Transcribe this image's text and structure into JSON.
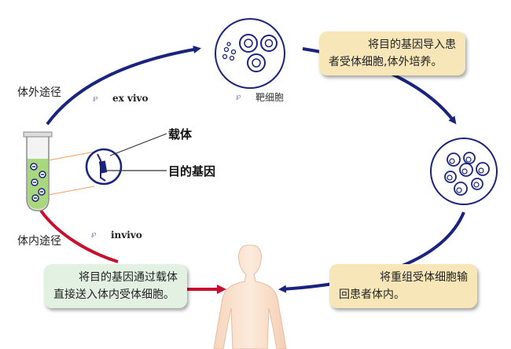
{
  "labels": {
    "ex_route": "体外途径",
    "in_route": "体内途径",
    "ex_vivo": "ex vivo",
    "in_vivo": "invivo",
    "target_cell": "靶细胞",
    "vector": "载体",
    "target_gene": "目的基因"
  },
  "notes": {
    "top_right": {
      "line1": "将目的基因导入患",
      "line2": "者受体细胞,体外培养。"
    },
    "bottom_right": {
      "line1": "将重组受体细胞输",
      "line2": "回患者体内。"
    },
    "bottom_left": {
      "line1": "将目的基因通过载体",
      "line2": "直接送入体内受体细胞。"
    }
  },
  "colors": {
    "ex_arrow": "#1a237e",
    "in_arrow": "#c8102e",
    "note_tan": "#f6e6b8",
    "note_green": "#e3f1e3",
    "tube_liquid": "#a9d77e",
    "body_skin": "#fbe3cf"
  },
  "icons": {
    "tube": "test-tube-icon",
    "target_cells": "target-cells-icon",
    "cultured_cells": "cultured-cells-icon",
    "vector": "vector-plasmid-icon",
    "human": "human-body-icon",
    "marker": "pi-marker-icon"
  }
}
